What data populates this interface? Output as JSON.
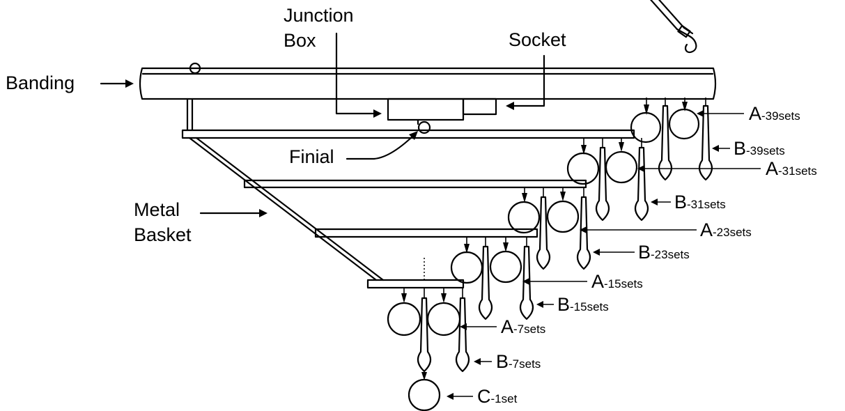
{
  "labels": {
    "banding": "Banding",
    "junction_line1": "Junction",
    "junction_line2": "Box",
    "socket": "Socket",
    "finial": "Finial",
    "metal_line1": "Metal",
    "metal_line2": "Basket"
  },
  "set_labels": [
    {
      "letter": "A",
      "count": "-39sets"
    },
    {
      "letter": "B",
      "count": "-39sets"
    },
    {
      "letter": "A",
      "count": "-31sets"
    },
    {
      "letter": "B",
      "count": "-31sets"
    },
    {
      "letter": "A",
      "count": "-23sets"
    },
    {
      "letter": "B",
      "count": "-23sets"
    },
    {
      "letter": "A",
      "count": "-15sets"
    },
    {
      "letter": "B",
      "count": "-15sets"
    },
    {
      "letter": "A",
      "count": "-7sets"
    },
    {
      "letter": "B",
      "count": "-7sets"
    },
    {
      "letter": "C",
      "count": "-1set"
    }
  ]
}
